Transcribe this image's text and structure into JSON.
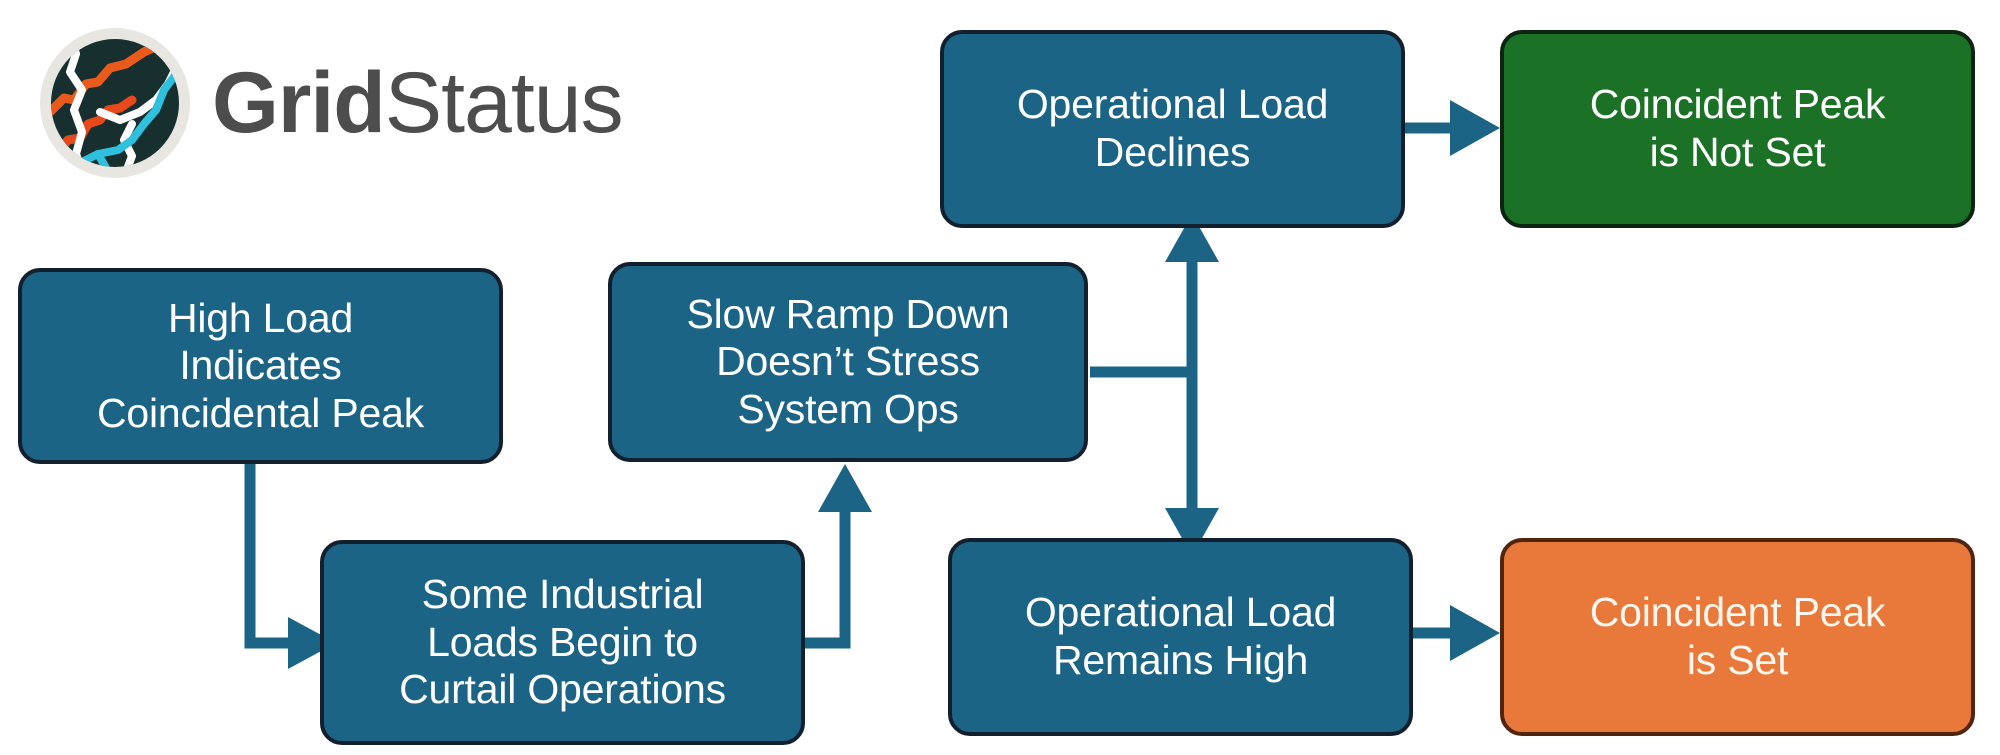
{
  "brand": {
    "name_bold": "Grid",
    "name_regular": "Status",
    "logo_icon": "grid-status-globe-logo",
    "text_color": "#4d4d4d",
    "logo_ring_color": "#e8e6e1",
    "logo_globe_color": "#17302f",
    "logo_line_orange": "#ea5b1b",
    "logo_line_white": "#ffffff",
    "logo_line_cyan": "#2ec0dd"
  },
  "palette": {
    "blue_fill": "#1b6485",
    "blue_border": "#12202e",
    "green_fill": "#1b7226",
    "green_border": "#0c2410",
    "orange_fill": "#e8793a",
    "orange_border": "#50240d",
    "connector": "#1b6485",
    "background": "#ffffff"
  },
  "nodes": [
    {
      "id": "high-load",
      "label": "High Load\nIndicates\nCoincidental Peak",
      "color": "blue"
    },
    {
      "id": "slow-ramp-down",
      "label": "Slow Ramp Down\nDoesn’t Stress\nSystem Ops",
      "color": "blue"
    },
    {
      "id": "operational-load-declines",
      "label": "Operational Load\nDeclines",
      "color": "blue"
    },
    {
      "id": "coincident-peak-not-set",
      "label": "Coincident Peak\nis Not Set",
      "color": "green"
    },
    {
      "id": "some-industrial-loads",
      "label": "Some Industrial\nLoads Begin to\nCurtail Operations",
      "color": "blue"
    },
    {
      "id": "operational-load-remains-high",
      "label": "Operational Load\nRemains High",
      "color": "blue"
    },
    {
      "id": "coincident-peak-is-set",
      "label": "Coincident Peak\nis Set",
      "color": "orange"
    }
  ],
  "connectors": [
    {
      "id": "high-load-to-industrial",
      "from": "high-load",
      "to": "some-industrial-loads",
      "shape": "elbow-down-right",
      "arrow": "end"
    },
    {
      "id": "industrial-to-slow-ramp",
      "from": "some-industrial-loads",
      "to": "slow-ramp-down",
      "shape": "elbow-right-up",
      "arrow": "end"
    },
    {
      "id": "slow-ramp-to-branch",
      "from": "slow-ramp-down",
      "to": "decision-branch",
      "shape": "horizontal-stub",
      "arrow": "none"
    },
    {
      "id": "branch-vertical",
      "from": "operational-load-remains-high",
      "to": "operational-load-declines",
      "shape": "vertical",
      "arrow": "both"
    },
    {
      "id": "declines-to-not-set",
      "from": "operational-load-declines",
      "to": "coincident-peak-not-set",
      "shape": "horizontal",
      "arrow": "end"
    },
    {
      "id": "remains-high-to-is-set",
      "from": "operational-load-remains-high",
      "to": "coincident-peak-is-set",
      "shape": "horizontal",
      "arrow": "end"
    }
  ]
}
